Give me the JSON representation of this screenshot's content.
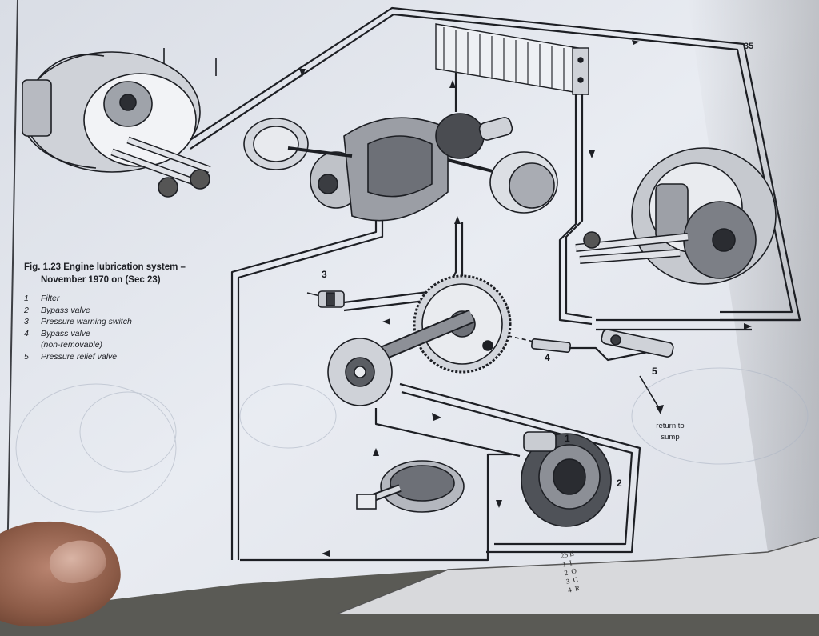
{
  "figure": {
    "caption_line1": "Fig. 1.23 Engine lubrication system –",
    "caption_line2": "November 1970 on (Sec 23)",
    "page_number": "35"
  },
  "legend": [
    {
      "num": "1",
      "label": "Filter"
    },
    {
      "num": "2",
      "label": "Bypass valve"
    },
    {
      "num": "3",
      "label": "Pressure warning switch"
    },
    {
      "num": "4",
      "label": "Bypass valve"
    },
    {
      "num": "",
      "label": "(non-removable)"
    },
    {
      "num": "5",
      "label": "Pressure relief valve"
    }
  ],
  "callouts": {
    "c1": "1",
    "c2": "2",
    "c3": "3",
    "c4": "4",
    "c5": "5"
  },
  "annotation": {
    "line1": "return to",
    "line2": "sump"
  },
  "next_page_text": "25 E\n1  I\n2  O\n3  C\n4  R",
  "colors": {
    "paper": "#e8ebf1",
    "ink": "#1d1f24",
    "background": "#5a5a55",
    "skin": "#8c5b47"
  }
}
